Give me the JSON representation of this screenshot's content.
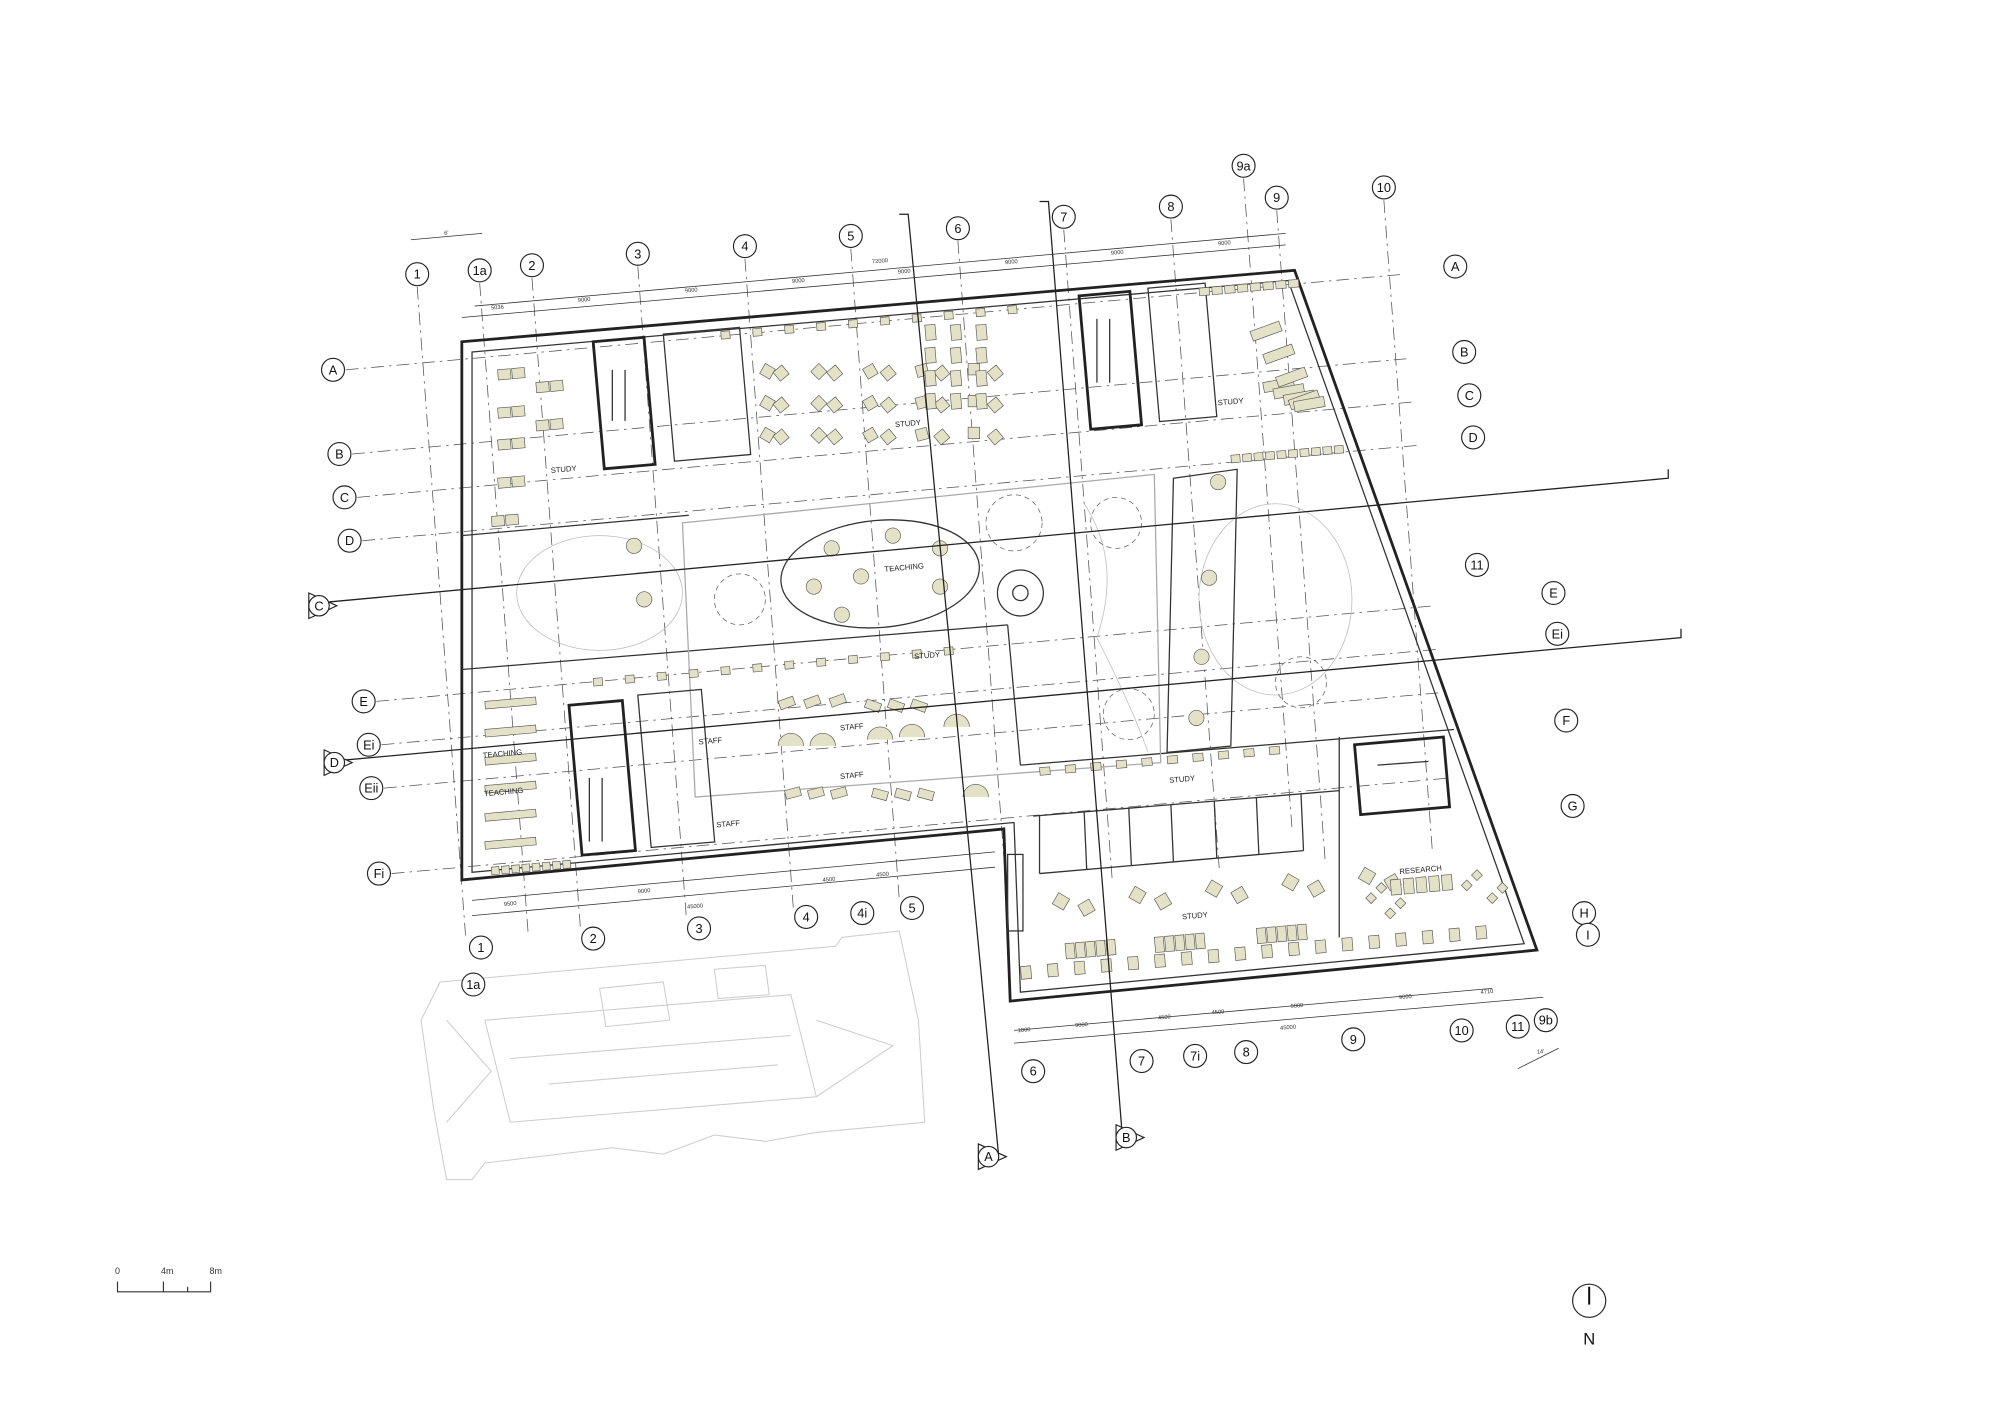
{
  "grid_columns_top": [
    "1",
    "1a",
    "2",
    "3",
    "4",
    "5",
    "6",
    "7",
    "8",
    "9a",
    "9",
    "10"
  ],
  "grid_columns_bottom": [
    "1",
    "1a",
    "2",
    "3",
    "4",
    "4i",
    "5",
    "6",
    "7",
    "7i",
    "8",
    "9",
    "10",
    "11",
    "9b"
  ],
  "grid_rows_left": [
    "A",
    "B",
    "C",
    "D",
    "E",
    "Ei",
    "Eii",
    "Fi"
  ],
  "grid_rows_right": [
    "A",
    "B",
    "C",
    "D",
    "11",
    "E",
    "Ei",
    "F",
    "G",
    "H",
    "I"
  ],
  "section_markers": [
    "C",
    "D",
    "A",
    "B"
  ],
  "rooms": [
    "STUDY",
    "STUDY",
    "TEACHING",
    "STUDY",
    "STAFF",
    "STAFF",
    "STAFF",
    "TEACHING",
    "TEACHING",
    "STAFF",
    "STUDY",
    "STUDY",
    "RESEARCH",
    "STUDY"
  ],
  "dimensions": {
    "angle_top": "6'",
    "angle_bottom": "14'",
    "top": [
      "5036",
      "9000",
      "9000",
      "9000",
      "9000",
      "9000",
      "9000",
      "9000"
    ],
    "top_total": "72000",
    "bottom_west": [
      "9500",
      "9000",
      "45000",
      "4500",
      "4500"
    ],
    "bottom_east": [
      "1800",
      "9000",
      "4500",
      "4500",
      "9000",
      "9000",
      "4710"
    ],
    "bottom_east_total": "45000"
  },
  "scale_bar": {
    "labels": [
      "0",
      "4m",
      "8m"
    ]
  },
  "north_arrow": {
    "label": "N"
  },
  "colors": {
    "furniture": "#e4e2c6",
    "walls": "#222222",
    "context_building": "#cccccc"
  }
}
